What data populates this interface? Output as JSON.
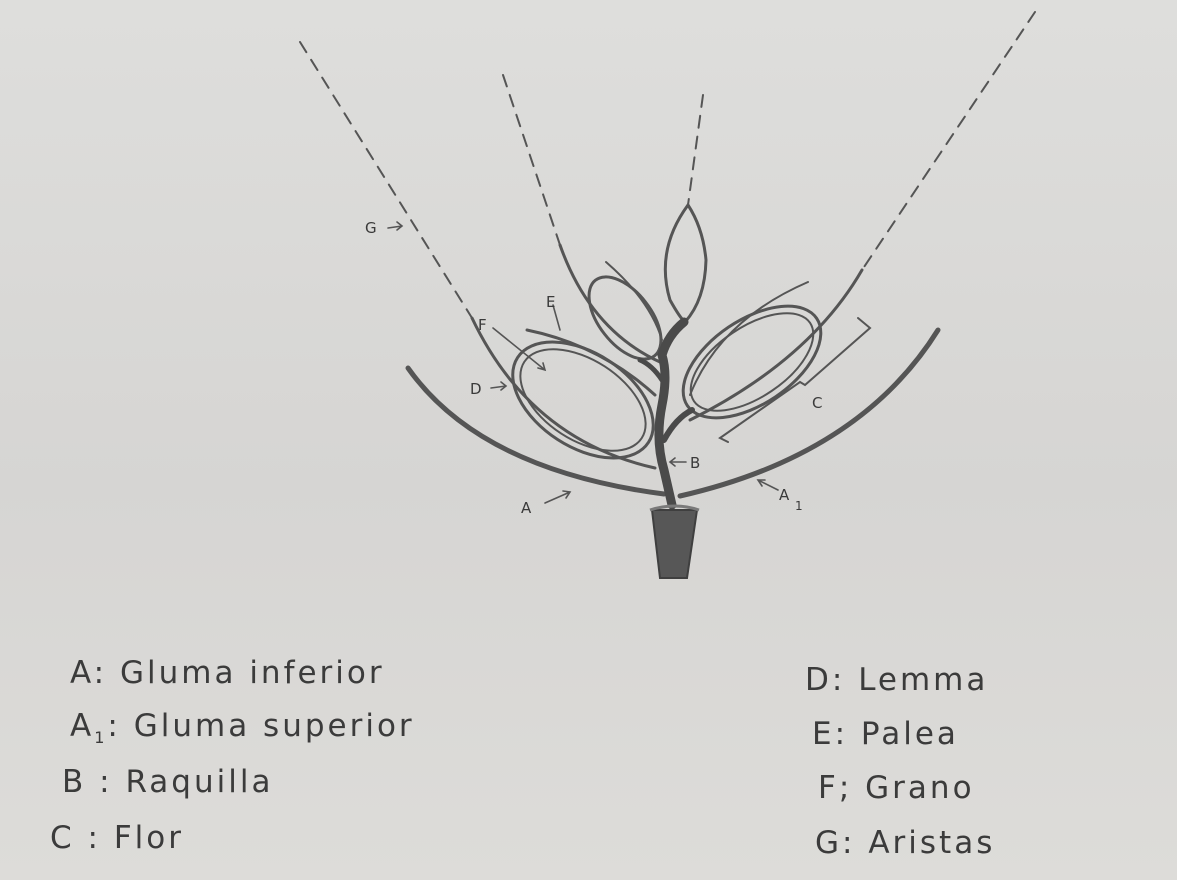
{
  "diagram": {
    "labels": {
      "G": "G",
      "E": "E",
      "F": "F",
      "D": "D",
      "B": "B",
      "C": "C",
      "A": "A",
      "A1": "A",
      "A1_sub": "1"
    },
    "colors": {
      "ink": "#555555",
      "stem": "#4a4a4a",
      "paper": "#dad9d7"
    }
  },
  "legend": {
    "left": [
      {
        "key": "A",
        "sep": ":",
        "text": "Gluma inferior"
      },
      {
        "key": "A",
        "key_sub": "1",
        "sep": ":",
        "text": "Gluma superior"
      },
      {
        "key": "B",
        "sep": ":",
        "text": "Raquilla"
      },
      {
        "key": "C",
        "sep": ":",
        "text": "Flor"
      }
    ],
    "right": [
      {
        "key": "D",
        "sep": ":",
        "text": "Lemma"
      },
      {
        "key": "E",
        "sep": ":",
        "text": "Palea"
      },
      {
        "key": "F",
        "sep": ";",
        "text": "Grano"
      },
      {
        "key": "G",
        "sep": ":",
        "text": "Aristas"
      }
    ]
  }
}
